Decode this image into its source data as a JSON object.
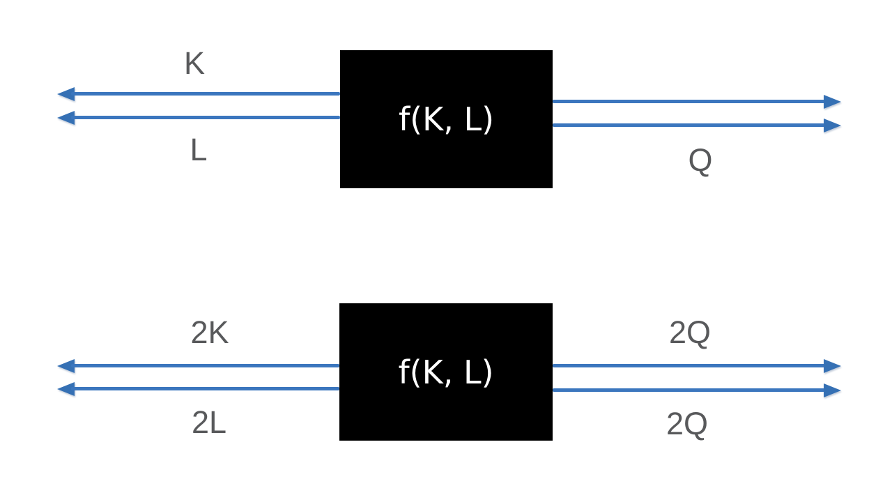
{
  "colors": {
    "background": "#ffffff",
    "arrow": "#3B76BE",
    "arrow_head": "#3570B4",
    "box_bg": "#000000",
    "box_text": "#ffffff",
    "label_text": "#58595B"
  },
  "diagrams": [
    {
      "box_label": "f(K, L)",
      "input_top_label": "K",
      "input_bottom_label": "L",
      "output_bottom_label": "Q"
    },
    {
      "box_label": "f(K, L)",
      "input_top_label": "2K",
      "input_bottom_label": "2L",
      "output_top_label": "2Q",
      "output_bottom_label": "2Q"
    }
  ]
}
